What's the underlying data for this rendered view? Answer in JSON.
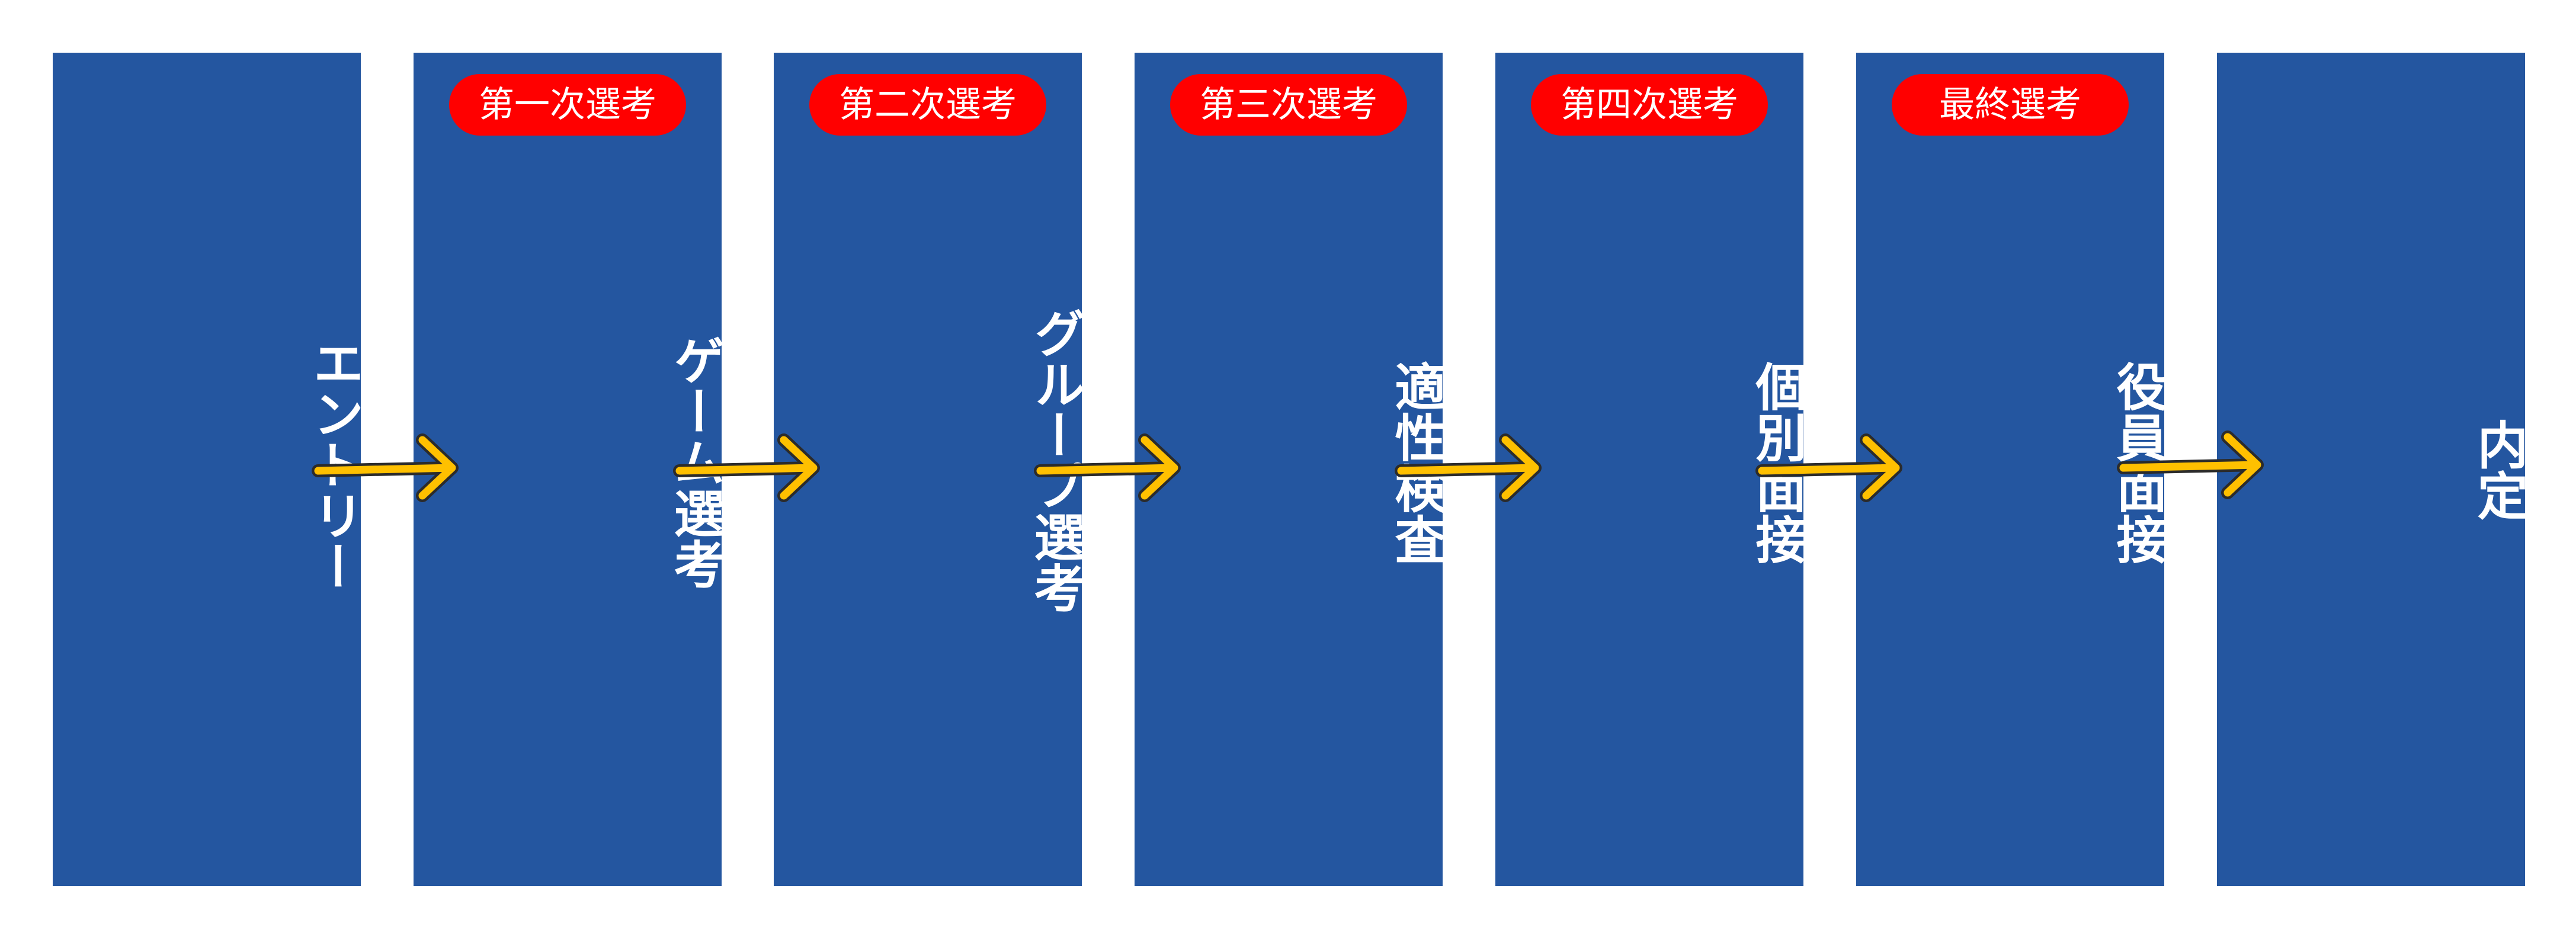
{
  "colors": {
    "stage_fill": "#2456A0",
    "badge_fill": "#FF0000",
    "text": "#FFFFFF",
    "arrow": "#FFC000",
    "arrow_outline": "#2B2B2B"
  },
  "arrow_icon": "right-arrow-icon",
  "stages": [
    {
      "label": "エントリー",
      "badge": ""
    },
    {
      "label": "ゲーム選考",
      "badge": "第一次選考"
    },
    {
      "label": "グループ選考",
      "badge": "第二次選考"
    },
    {
      "label": "適性検査",
      "badge": "第三次選考"
    },
    {
      "label": "個別面接",
      "badge": "第四次選考"
    },
    {
      "label": "役員面接",
      "badge": "最終選考"
    },
    {
      "label": "内定",
      "badge": ""
    }
  ]
}
